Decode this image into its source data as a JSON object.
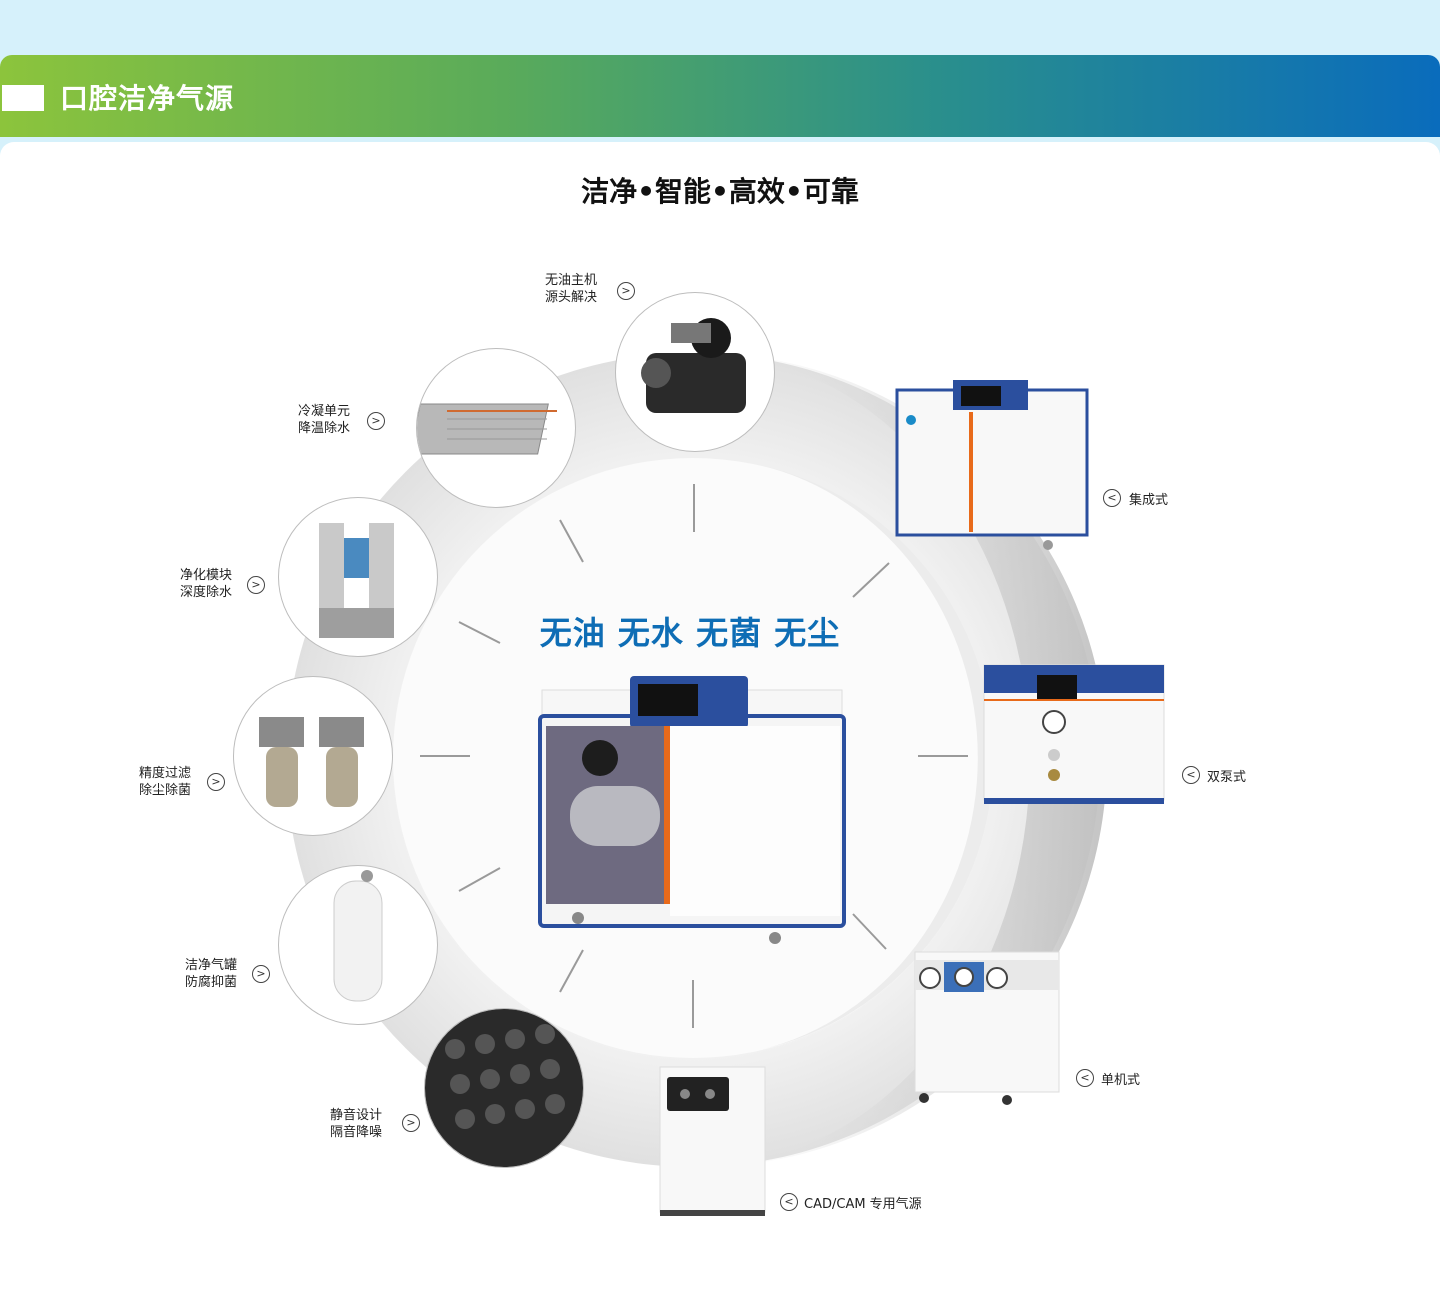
{
  "header": {
    "title": "口腔洁净气源"
  },
  "subtitle": "洁净•智能•高效•可靠",
  "center": {
    "slogan": "无油 无水 无菌 无尘"
  },
  "features": [
    {
      "line1": "无油主机",
      "line2": "源头解决"
    },
    {
      "line1": "冷凝单元",
      "line2": "降温除水"
    },
    {
      "line1": "净化模块",
      "line2": "深度除水"
    },
    {
      "line1": "精度过滤",
      "line2": "除尘除菌"
    },
    {
      "line1": "洁净气罐",
      "line2": "防腐抑菌"
    },
    {
      "line1": "静音设计",
      "line2": "隔音降噪"
    }
  ],
  "products": [
    {
      "label": "集成式"
    },
    {
      "label": "双泵式"
    },
    {
      "label": "单机式"
    },
    {
      "label": "CAD/CAM 专用气源"
    }
  ],
  "icons": {
    "right_arrow": ">",
    "left_arrow": "<"
  },
  "colors": {
    "brand_blue": "#0e6db5",
    "gradient_start": "#8cc43c",
    "gradient_end": "#0a6cbc"
  }
}
